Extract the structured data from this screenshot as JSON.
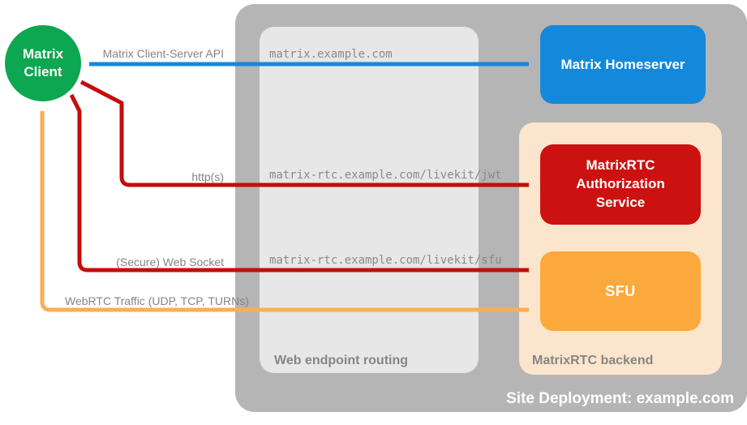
{
  "title": "Site Deployment: example.com",
  "client": {
    "label": "Matrix Client"
  },
  "nodes": {
    "homeserver": {
      "label": "Matrix Homeserver",
      "color": "#1489dc"
    },
    "auth_service": {
      "label": "MatrixRTC Authorization Service",
      "color": "#cc1111"
    },
    "sfu": {
      "label": "SFU",
      "color": "#fba93c"
    }
  },
  "zones": {
    "site": {
      "label": "Site Deployment: example.com",
      "color": "#b5b5b5"
    },
    "web_routing": {
      "label": "Web endpoint routing",
      "color": "#e7e7e7"
    },
    "backend": {
      "label": "MatrixRTC backend",
      "color": "#fce5cd"
    }
  },
  "routes": {
    "homeserver": "matrix.example.com",
    "jwt": "matrix-rtc.example.com/livekit/jwt",
    "sfu": "matrix-rtc.example.com/livekit/sfu"
  },
  "arrows": {
    "client_server_api": {
      "label": "Matrix Client-Server API",
      "color": "#1489dc"
    },
    "https": {
      "label": "http(s)",
      "color": "#c50d0d"
    },
    "websocket": {
      "label": "(Secure) Web Socket",
      "color": "#c50d0d"
    },
    "webrtc": {
      "label": "WebRTC Traffic (UDP, TCP, TURNs)",
      "color": "#fbae53"
    }
  },
  "colors": {
    "client_green": "#0ca750",
    "label_gray": "#848484",
    "mono_gray": "#8a8a8a"
  }
}
